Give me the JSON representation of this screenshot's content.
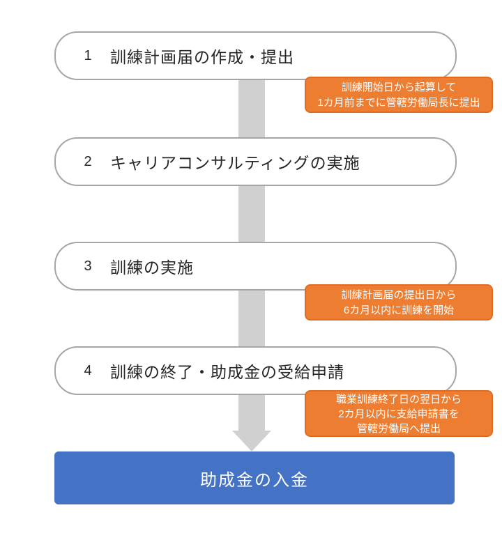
{
  "diagram": {
    "type": "process-flowchart",
    "steps": [
      {
        "number": "1",
        "label": "訓練計画届の作成・提出"
      },
      {
        "number": "2",
        "label": "キャリアコンサルティングの実施"
      },
      {
        "number": "3",
        "label": "訓練の実施"
      },
      {
        "number": "4",
        "label": "訓練の終了・助成金の受給申請"
      }
    ],
    "callouts": [
      {
        "attached_to_step": "1",
        "line1": "訓練開始日から起算して",
        "line2": "1カ月前までに管轄労働局長に提出"
      },
      {
        "attached_to_step": "3",
        "line1": "訓練計画届の提出日から",
        "line2": "6カ月以内に訓練を開始"
      },
      {
        "attached_to_step": "4",
        "line1": "職業訓練終了日の翌日から",
        "line2": "2カ月以内に支給申請書を",
        "line3": "管轄労働局へ提出"
      }
    ],
    "result": {
      "label": "助成金の入金"
    },
    "icons": {
      "down_arrow": "down-arrow"
    },
    "colors": {
      "callout_fill": "#ED7D31",
      "callout_border": "#E06C22",
      "callout_text": "#FFFFFF",
      "result_fill": "#4472C4",
      "result_text": "#FFFFFF",
      "step_border": "#A6A6A6",
      "step_fill": "#FFFFFF",
      "step_text": "#262626",
      "arrow": "#D1D0D0",
      "background": "#FFFFFF"
    }
  }
}
